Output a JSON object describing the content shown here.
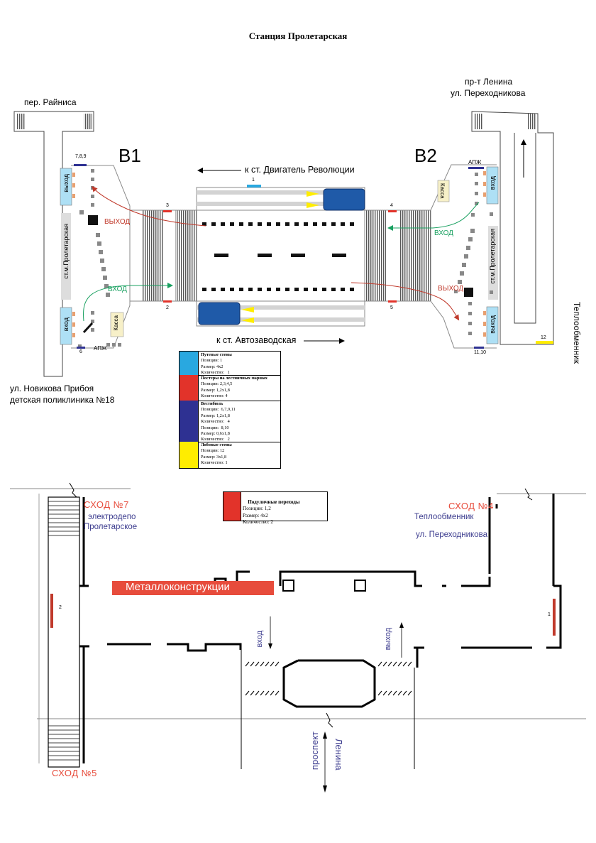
{
  "title": "Станция Пролетарская",
  "streets": {
    "top_left": "пер. Райниса",
    "top_right_1": "пр-т Ленина",
    "top_right_2": "ул. Переходникова",
    "bottom_left_1": "ул. Новикова Прибоя",
    "bottom_left_2": "детская поликлиника №18",
    "right_vertical": "Теплообменник"
  },
  "station": {
    "vestibule_b1": "В1",
    "vestibule_b2": "В2",
    "direction_top": "к ст. Двигатель Революции",
    "direction_bottom": "к ст. Автозаводская",
    "exit_word": "выход",
    "entrance_word": "вход",
    "exit_caps": "ВЫХОД",
    "entrance_caps": "ВХОД",
    "station_label": "ст.м.Пролетарская",
    "kassa": "Касса",
    "apzh": "АПЖ",
    "pos_1": "1",
    "pos_2": "2",
    "pos_3": "3",
    "pos_4": "4",
    "pos_5": "5",
    "pos_6": "6",
    "pos_789": "7,8,9",
    "pos_1110": "11,10",
    "pos_12": "12"
  },
  "legend": [
    {
      "color": "#29a8e0",
      "title": "Путевые стены",
      "lines": [
        "Позиции: 1",
        "Размер: 4х2",
        "Количество:   1"
      ]
    },
    {
      "color": "#e2332a",
      "title": "Постеры на лестничных маршах",
      "lines": [
        "Позиции: 2,3,4,5",
        "Размер: 1,2х1,8",
        "Количество: 4"
      ]
    },
    {
      "color": "#2e3192",
      "title": "Вестибюль",
      "lines": [
        "Позиции:  6,7,9,11",
        "Размер: 1,2х1,8",
        "Количество:   4",
        "Позиции:  8,10",
        "Размер: 0,6х1,8",
        "Количество:   2"
      ]
    },
    {
      "color": "#ffed00",
      "title": "Лобовые стены",
      "lines": [
        "Позиции: 12",
        "Размер: 3х1,8",
        "Количество: 1"
      ]
    }
  ],
  "underpass_legend": {
    "color": "#e2332a",
    "title": "Подуличные переходы",
    "lines": [
      "Позиции: 1,2",
      "Размер: 4х2",
      "Количество: 2"
    ]
  },
  "underpass": {
    "exit7": "СХОД №7",
    "exit7_sub1": "электродепо",
    "exit7_sub2": "Пролетарское",
    "exit4": "СХОД №4",
    "exit4_sub1": "Теплообменник",
    "exit4_sub2": "ул. Переходникова",
    "exit5": "СХОД №5",
    "building": "Металлоконструкции",
    "entrance": "вход",
    "exit": "выход",
    "avenue_1": "проспект",
    "avenue_2": "Ленина",
    "pos_1": "1",
    "pos_2": "2"
  }
}
